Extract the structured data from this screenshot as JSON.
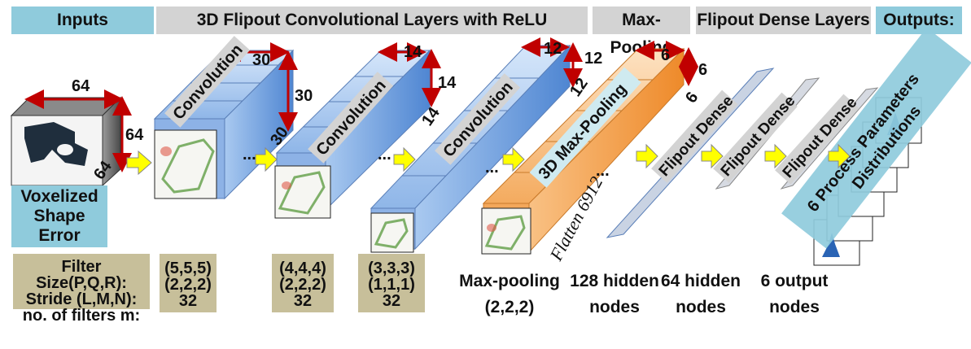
{
  "headers": {
    "inputs": "Inputs",
    "conv_layers": "3D Flipout Convolutional Layers with ReLU",
    "max_pooling": "Max-Pooling",
    "dense_layers": "Flipout Dense Layers",
    "outputs": "Outputs:"
  },
  "input": {
    "dim_top": "64",
    "dim_side": "64",
    "dim_depth": "64",
    "label_line1": "Voxelized",
    "label_line2": "Shape Error"
  },
  "conv1": {
    "label": "Convolution",
    "dim_a": "30",
    "dim_b": "30",
    "dim_c": "30",
    "filter_size": "(5,5,5)",
    "stride": "(2,2,2)",
    "filters": "32"
  },
  "conv2": {
    "label": "Convolution",
    "dim_a": "14",
    "dim_b": "14",
    "dim_c": "14",
    "filter_size": "(4,4,4)",
    "stride": "(2,2,2)",
    "filters": "32"
  },
  "conv3": {
    "label": "Convolution",
    "dim_a": "12",
    "dim_b": "12",
    "dim_c": "12",
    "filter_size": "(3,3,3)",
    "stride": "(1,1,1)",
    "filters": "32"
  },
  "pool": {
    "label": "3D Max-Pooling",
    "dim_a": "6",
    "dim_b": "6",
    "dim_c": "6",
    "flatten": "Flatten 6912",
    "caption_line1": "Max-pooling",
    "caption_line2": "(2,2,2)"
  },
  "params_legend": {
    "line1": "Filter",
    "line2": "Size(P,Q,R):",
    "line3": "Stride (L,M,N):",
    "line4": "no. of filters m:"
  },
  "dense": [
    {
      "label": "Flipout Dense",
      "caption_line1": "128 hidden",
      "caption_line2": "nodes"
    },
    {
      "label": "Flipout Dense",
      "caption_line1": "64 hidden",
      "caption_line2": "nodes"
    },
    {
      "label": "Flipout Dense",
      "caption_line1": "6 output",
      "caption_line2": "nodes"
    }
  ],
  "output": {
    "label_line1": "6 Process Parameters",
    "label_line2": "Distributions"
  },
  "ellipsis": "...",
  "colors": {
    "header_blue": "#8fcbdc",
    "header_gray": "#d3d3d3",
    "conv_blue": "#6fa3de",
    "pool_orange": "#f5a04a",
    "dim_arrow_red": "#c00000",
    "flow_arrow_yellow": "#ffff00",
    "param_tan": "#c7bf9a"
  }
}
